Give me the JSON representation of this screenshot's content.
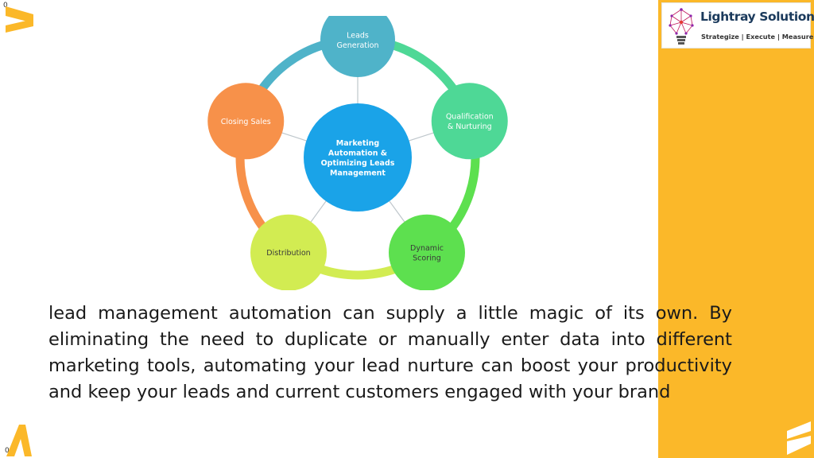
{
  "slide": {
    "number_top": "0",
    "number_bottom": "0",
    "accent_color": "#fbb829"
  },
  "logo": {
    "name": "Lightray Solutions",
    "tagline": "Strategize | Execute | Measure",
    "icon": "lightbulb-network-icon"
  },
  "diagram": {
    "center": {
      "lines": [
        "Marketing",
        "Automation &",
        "Optimizing Leads",
        "Management"
      ],
      "color": "#1aa3e8"
    },
    "nodes": [
      {
        "lines": [
          "Leads",
          "Generation"
        ],
        "color": "#4fb3c9"
      },
      {
        "lines": [
          "Qualification",
          "& Nurturing"
        ],
        "color": "#4ed896"
      },
      {
        "lines": [
          "Dynamic",
          "Scoring"
        ],
        "color": "#5de04f"
      },
      {
        "lines": [
          "Distribution"
        ],
        "color": "#d2ec52"
      },
      {
        "lines": [
          "Closing Sales"
        ],
        "color": "#f7914a"
      }
    ]
  },
  "body": {
    "text": "lead management automation can supply a little magic of its own. By eliminating the need to duplicate or manually enter data into different marketing tools, automating your lead nurture can boost your productivity and keep your leads and current customers engaged with your brand"
  }
}
